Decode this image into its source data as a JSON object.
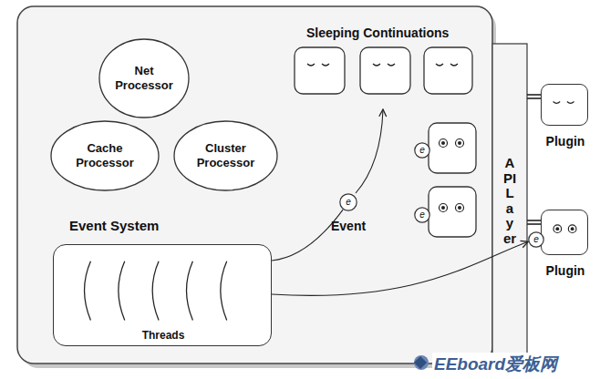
{
  "diagram": {
    "nodes": [
      {
        "text": [
          "Net Processor"
        ]
      },
      {
        "text": [
          "Cache Processor"
        ]
      },
      {
        "text": [
          "Cluster Processor"
        ]
      },
      {
        "text": [
          "e"
        ]
      },
      {
        "text": [
          "e"
        ]
      },
      {
        "text": [
          "API Layer"
        ]
      },
      {
        "text": [
          "Plugin"
        ]
      },
      {
        "text": [
          "Event System",
          "Threads"
        ]
      },
      {
        "text": [
          "e",
          "Event"
        ]
      },
      {
        "text": [
          "e"
        ]
      },
      {
        "text": [
          "Plugin"
        ]
      }
    ],
    "edges": [
      {
        "from": 7,
        "to": 8,
        "arrow": "none"
      },
      {
        "from": 7,
        "to": 9,
        "arrow": "to"
      },
      {
        "from": 5,
        "to": 6,
        "arrow": "none"
      },
      {
        "from": 5,
        "to": 10,
        "arrow": "none"
      }
    ],
    "labels": [
      "Sleeping Continuations",
      "EEboard爱板网"
    ]
  }
}
